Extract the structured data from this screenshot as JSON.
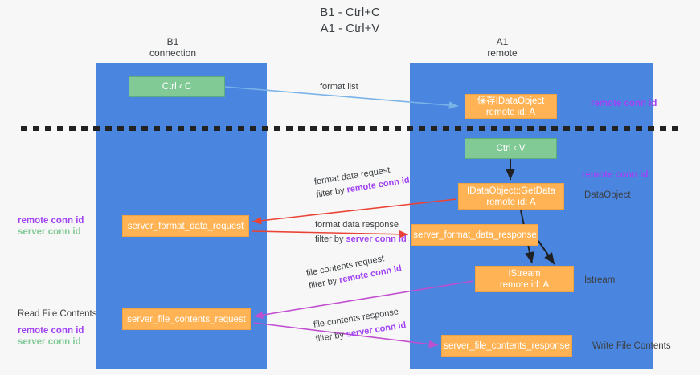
{
  "diagram": {
    "title_line1": "B1 - Ctrl+C",
    "title_line2": "A1 - Ctrl+V",
    "lanes": [
      {
        "id": "b1",
        "name_line1": "B1",
        "name_line2": "connection",
        "color": "#4a86e0"
      },
      {
        "id": "a1",
        "name_line1": "A1",
        "name_line2": "remote",
        "color": "#4a86e0"
      }
    ],
    "colors": {
      "lane": "#4a86e0",
      "node_green": "#81c995",
      "node_orange": "#ffb355",
      "remote_conn_id": "#a142f4",
      "server_conn_id": "#81c995",
      "edge_format_list": "#7ab3e8",
      "edge_format_data": "#ea4335",
      "edge_file_contents": "#c14fd0",
      "edge_internal": "#202124",
      "background": "#f7f7f7"
    },
    "nodes": [
      {
        "id": "ctrl_c",
        "label_1": "Ctrl ‹ C",
        "label_2": "",
        "style": "green",
        "lane": "b1"
      },
      {
        "id": "save_idataobject",
        "label_1": "保存IDataObject",
        "label_2": "remote id: A",
        "style": "orange",
        "lane": "a1"
      },
      {
        "id": "ctrl_v",
        "label_1": "Ctrl ‹ V",
        "label_2": "",
        "style": "green",
        "lane": "a1"
      },
      {
        "id": "getdata",
        "label_1": "IDataObject::GetData",
        "label_2": "remote id: A",
        "style": "orange",
        "lane": "a1"
      },
      {
        "id": "server_format_data_request",
        "label_1": "server_format_data_request",
        "label_2": "",
        "style": "orange",
        "lane": "b1"
      },
      {
        "id": "server_format_data_response",
        "label_1": "server_format_data_response",
        "label_2": "",
        "style": "orange",
        "lane": "a1"
      },
      {
        "id": "istream",
        "label_1": "IStream",
        "label_2": "remote id: A",
        "style": "orange",
        "lane": "a1"
      },
      {
        "id": "server_file_contents_request",
        "label_1": "server_file_contents_request",
        "label_2": "",
        "style": "orange",
        "lane": "b1"
      },
      {
        "id": "server_file_contents_response",
        "label_1": "server_file_contents_response",
        "label_2": "",
        "style": "orange",
        "lane": "a1"
      }
    ],
    "edge_captions": {
      "format_list": "format list",
      "format_data_request_l1": "format data request",
      "format_data_request_l2_prefix": "filter by ",
      "format_data_request_l2_key": "remote conn id",
      "format_data_response_l1": "format data response",
      "format_data_response_l2_prefix": "filter by ",
      "format_data_response_l2_key": "server conn id",
      "file_contents_request_l1": "file contents request",
      "file_contents_request_l2_prefix": "filter by ",
      "file_contents_request_l2_key": "remote conn id",
      "file_contents_response_l1": "file contents response",
      "file_contents_response_l2_prefix": "filter by ",
      "file_contents_response_l2_key": "server conn id"
    },
    "right_labels": {
      "remote_conn_id_top": "remote conn id",
      "remote_conn_id_mid": "remote conn id",
      "dataobject": "DataObject",
      "istream": "Istream",
      "write_file_contents": "Write File Contents"
    },
    "left_labels": {
      "remote_conn_id_1": "remote conn id",
      "server_conn_id_1": "server conn id",
      "read_file_contents": "Read File Contents",
      "remote_conn_id_2": "remote conn id",
      "server_conn_id_2": "server conn id"
    }
  }
}
